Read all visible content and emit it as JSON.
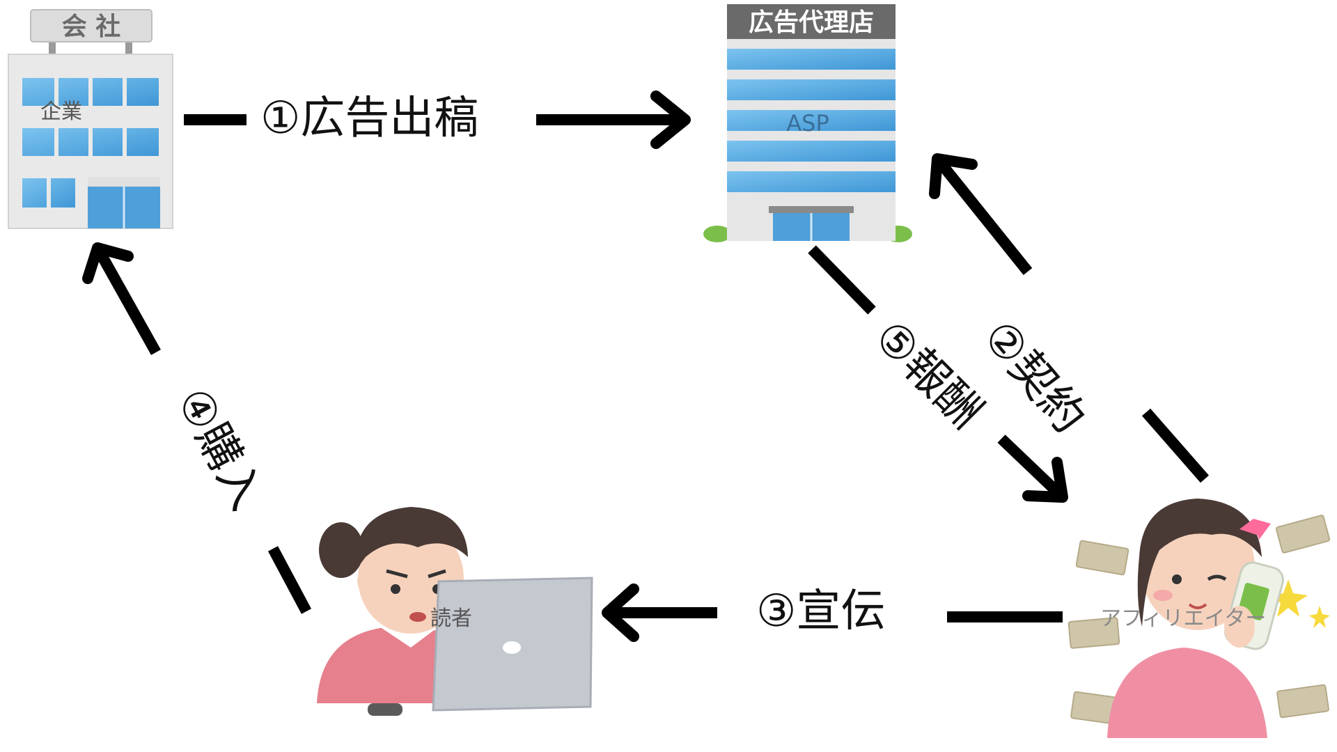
{
  "nodes": {
    "company": {
      "sign": "会 社",
      "label": "企業"
    },
    "asp": {
      "sign": "広告代理店",
      "label": "ASP"
    },
    "reader": {
      "label": "読者"
    },
    "affiliate": {
      "label": "アフィリエイター"
    }
  },
  "steps": {
    "ad_placement": "①広告出稿",
    "contract": "②契約",
    "promotion": "③宣伝",
    "purchase": "④購入",
    "reward": "⑤報酬"
  },
  "colors": {
    "arrow": "#000000",
    "building_blue": "#5aaee6",
    "building_gray": "#e6e6e6",
    "sign_gray": "#6a6a6a",
    "skin": "#f6d2bd",
    "hair": "#4a3a35",
    "shirt_pink": "#e6808c",
    "laptop": "#c4c8cf",
    "bill": "#cfc6a9"
  }
}
